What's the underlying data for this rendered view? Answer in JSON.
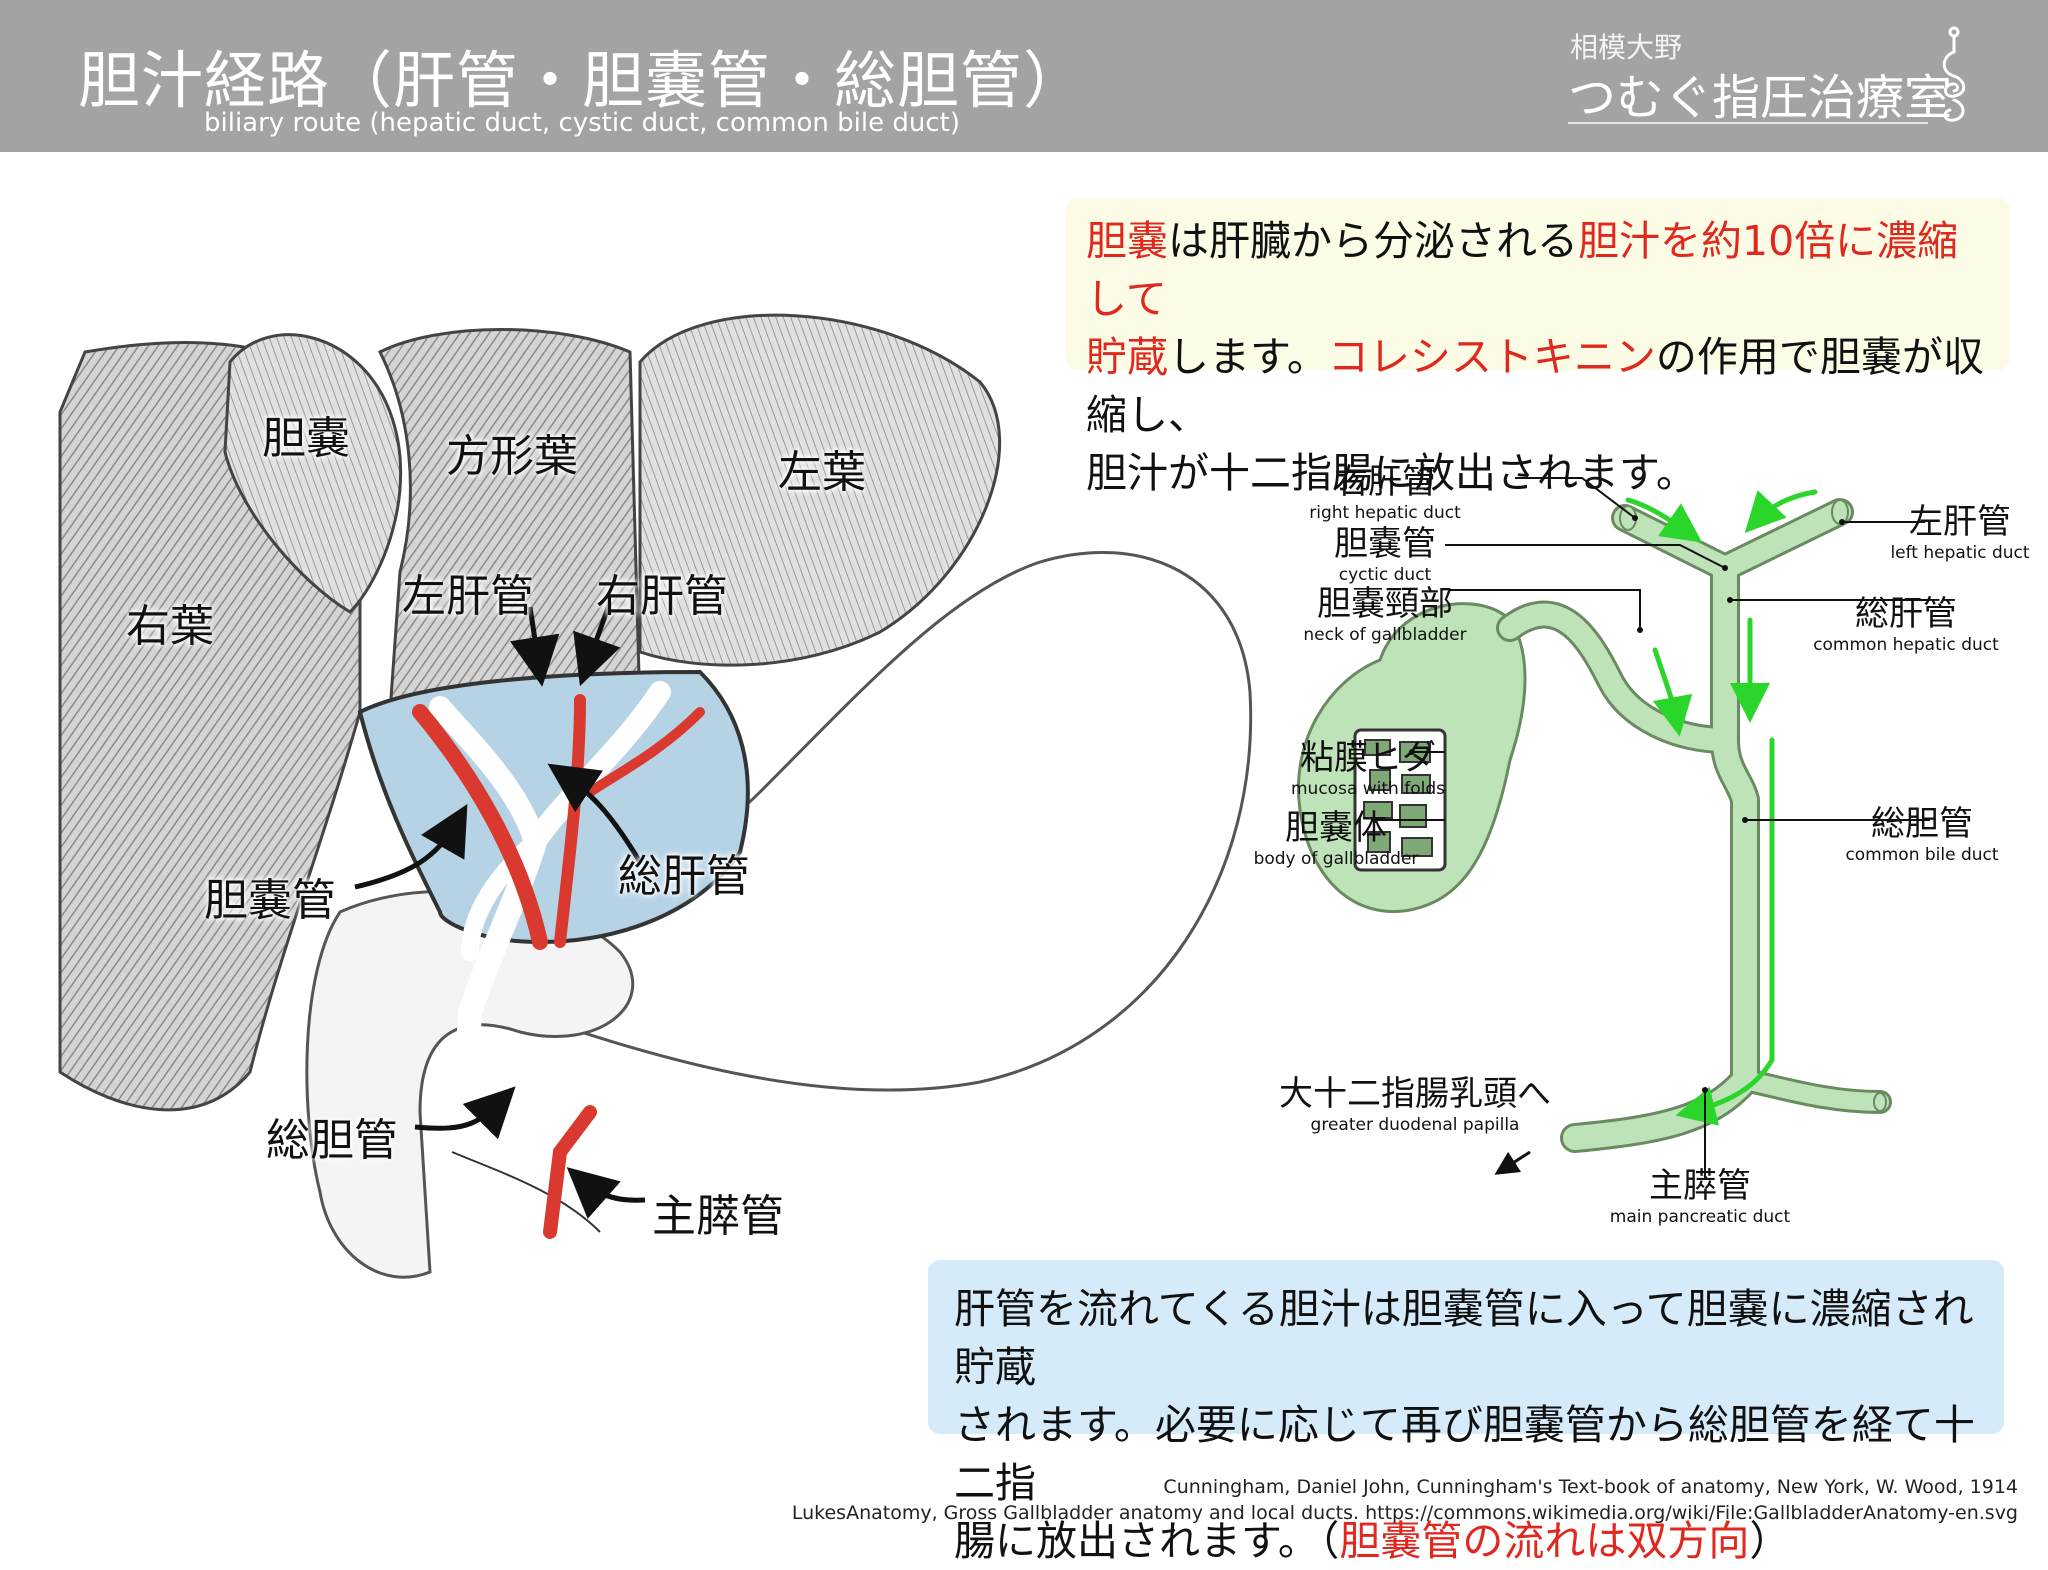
{
  "header": {
    "title": "胆汁経路（肝管・胆嚢管・総胆管）",
    "subtitle": "biliary route (hepatic duct, cystic duct, common bile duct)",
    "brand_small": "相模大野",
    "brand_name": "つむぐ指圧治療室",
    "logo_icon": "spiral-logo-icon"
  },
  "top_note": {
    "s1": "胆嚢",
    "s2": "は肝臓から分泌される",
    "s3": "胆汁を約10倍に濃縮して",
    "s4": "貯蔵",
    "s5": "します。",
    "s6": "コレシストキニン",
    "s7": "の作用で胆嚢が収縮し、",
    "s8": "胆汁が十二指腸に放出されます。"
  },
  "illustration_labels": {
    "gallbladder": "胆嚢",
    "quadrate_lobe": "方形葉",
    "left_lobe": "左葉",
    "right_lobe": "右葉",
    "left_hepatic_duct": "左肝管",
    "right_hepatic_duct": "右肝管",
    "cystic_duct": "胆嚢管",
    "common_hepatic_duct": "総肝管",
    "common_bile_duct": "総胆管",
    "main_pancreatic_duct": "主膵管"
  },
  "schematic_labels": {
    "right_hepatic_duct": {
      "jp": "右肝管",
      "en": "right hepatic duct"
    },
    "cystic_duct": {
      "jp": "胆嚢管",
      "en": "cyctic duct"
    },
    "neck": {
      "jp": "胆嚢頸部",
      "en": "neck of gallbladder"
    },
    "mucosa": {
      "jp": "粘膜ヒダ",
      "en": "mucosa with folds"
    },
    "body": {
      "jp": "胆嚢体",
      "en": "body of gallbladder"
    },
    "left_hepatic_duct": {
      "jp": "左肝管",
      "en": "left hepatic duct"
    },
    "common_hepatic_duct": {
      "jp": "総肝管",
      "en": "common hepatic duct"
    },
    "common_bile_duct": {
      "jp": "総胆管",
      "en": "common bile duct"
    },
    "papilla": {
      "jp": "大十二指腸乳頭へ",
      "en": "greater duodenal papilla"
    },
    "pancreatic_duct": {
      "jp": "主膵管",
      "en": "main pancreatic duct"
    }
  },
  "bottom_note": {
    "s1": "肝管を流れてくる胆汁は胆嚢管に入って胆嚢に濃縮され貯蔵",
    "s2": "されます。必要に応じて再び胆嚢管から総胆管を経て十二指",
    "s3": "腸に放出されます。（",
    "s4": "胆嚢管の流れは双方向",
    "s5": "）"
  },
  "credits": {
    "line1": "Cunningham, Daniel John, Cunningham's Text-book of anatomy, New York, W. Wood, 1914",
    "line2": "LukesAnatomy, Gross Gallbladder anatomy and local ducts. https://commons.wikimedia.org/wiki/File:GallbladderAnatomy-en.svg"
  },
  "colors": {
    "header_bg": "#a3a3a3",
    "accent_red": "#e0281f",
    "flow_green": "#2bd62b",
    "duct_green": "#bfe3b8",
    "top_note_bg": "#fbfbe6",
    "bottom_note_bg": "#d6ebfa"
  }
}
